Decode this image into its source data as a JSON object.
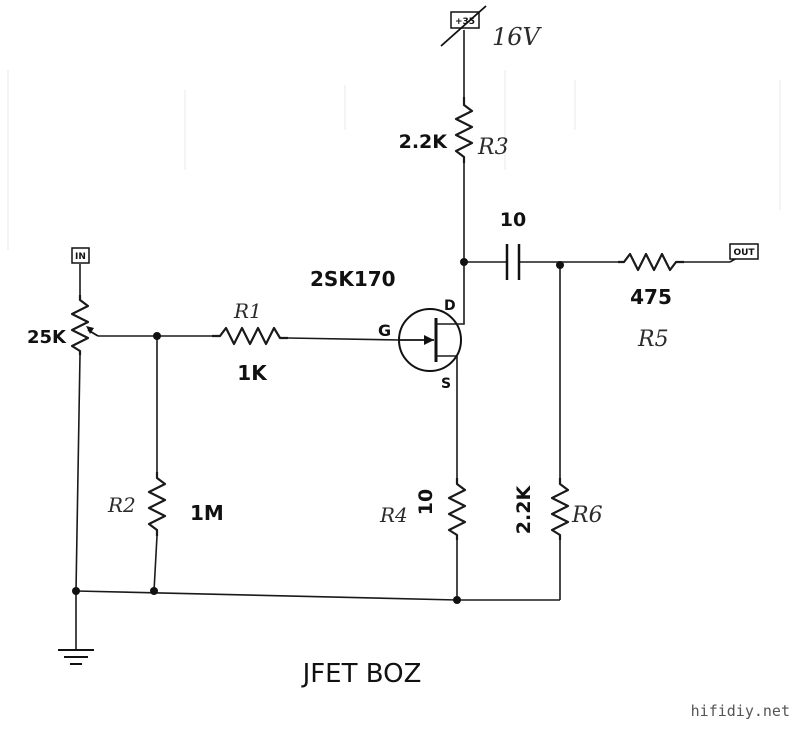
{
  "supply": {
    "box_label": "+35",
    "handwritten": "16V"
  },
  "ports": {
    "in": "IN",
    "out": "OUT"
  },
  "transistor": {
    "model": "2SK170",
    "gate": "G",
    "drain": "D",
    "source": "S"
  },
  "components": {
    "pot": {
      "value": "25K"
    },
    "r1": {
      "ref": "R1",
      "value": "1K"
    },
    "r2": {
      "ref": "R2",
      "value": "1M"
    },
    "r3": {
      "ref": "R3",
      "value": "2.2K"
    },
    "r4": {
      "ref": "R4",
      "value": "10"
    },
    "r5": {
      "ref": "R5",
      "value": "475"
    },
    "r6": {
      "ref": "R6",
      "value": "2.2K"
    },
    "cap": {
      "value": "10"
    }
  },
  "title": "JFET BOZ",
  "credit": "hifidiy.net"
}
